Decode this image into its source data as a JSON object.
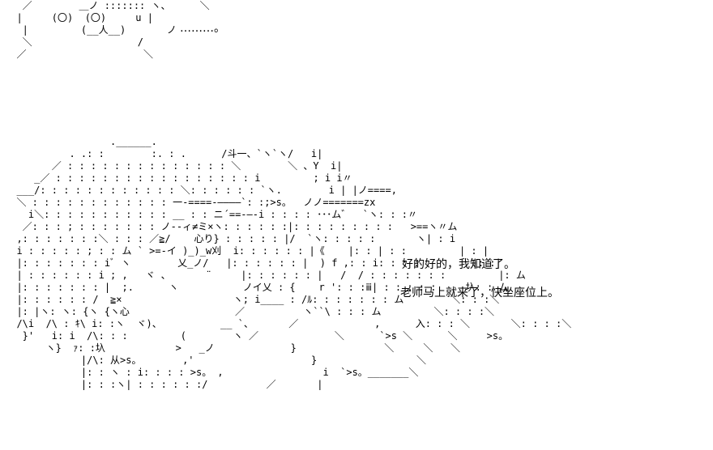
{
  "colors": {
    "background": "#ffffff",
    "ink": "#000000"
  },
  "face_art": "   ／        ＿ノ ::::::: ヽ、     ＼\n  |     (〇)  (〇)     u |\n   |         (__人__)       ノ\n   ＼                  /\n  ／                    ＼",
  "ellipsis": "………。",
  "scene_art": "                  .______.\n           . .: :        :. : .      /斗一、`ヽ`ヽ/   i|\n        ／ : : : : : : : : : : : : : : ＼        ＼ 、Y  i|\n     _／ : : : : : : : : : : : : : : : : : i         ; i i〃\n  ___/: : : : : : : : : : : : ＼: : : : : : `ヽ.        i | |ノ====,\n  ＼ : : : : : : : : : : : : 一-====-――――`: :;>s。  ノノ=======zx\n    i＼: : : : : : : : : : : __ : : ニ´==-―-i : : : : ･･･ム゛  `ヽ: : :〃\n   ／: : : ; : : : : : : : ノ--ィ≠ミ×ヽ: : : : : :|: : : : : : : : :   >==ヽ〃ム\n  ,: : : : : : :＼ : : : ／≧/    心り} : : : : : |/  `ヽ: : : : :       ヽ| : i\n  i : : : : : ; : : ム ` >=-イ )_)_w刈  i: : : : : : |《    |: : | : :         | : |\n  |: : : : : : : iﾞ ヽ        乂_ノ/   |: : : : : : |  ) f ,: : i: : : :         |: :|\n  | : : : : : : i ; ,   ヾ 、      ¨     |: : : : : : |   /  / : : : : : : :         |: ム\n  |: : : : : : : |  ;.      ヽ           ノイ乂 : {    r ': : :ⅲ| : : : : :     圦: : ム\n  |: : : : : : /  ≧×                   ヽ; i____ : /ﾙ: : : : : : : ム        ＼: : :＼\n  |: |ヽ: ヽ: {ヽ {ヽ心                  ／          ヽ``\\ : : : ム         ＼: : : :＼\n  /\\i  /\\ : ｷ\\ i: :ヽ  ヾ)、          __ `、      ／             ,      入: : : ＼       ＼: : : :＼\n   }'   i: i  /\\: : :         (        ヽ ／             ＼      `>s ＼      ＼     >s。\n       ヽ}  ｧ: :圦            >   _ノ             }               ＼     ＼   ＼\n             |/\\: 从>s。       ,'                    }                 ＼\n             |: : ヽ : i: : : : >s。 ,                 i  `>s。_______＼\n             |: : :ヽ| : : : : : :/          ／       |",
  "dialogue": [
    "好的好的，我知道了。",
    "老师马上就来了，快坐座位上。"
  ]
}
